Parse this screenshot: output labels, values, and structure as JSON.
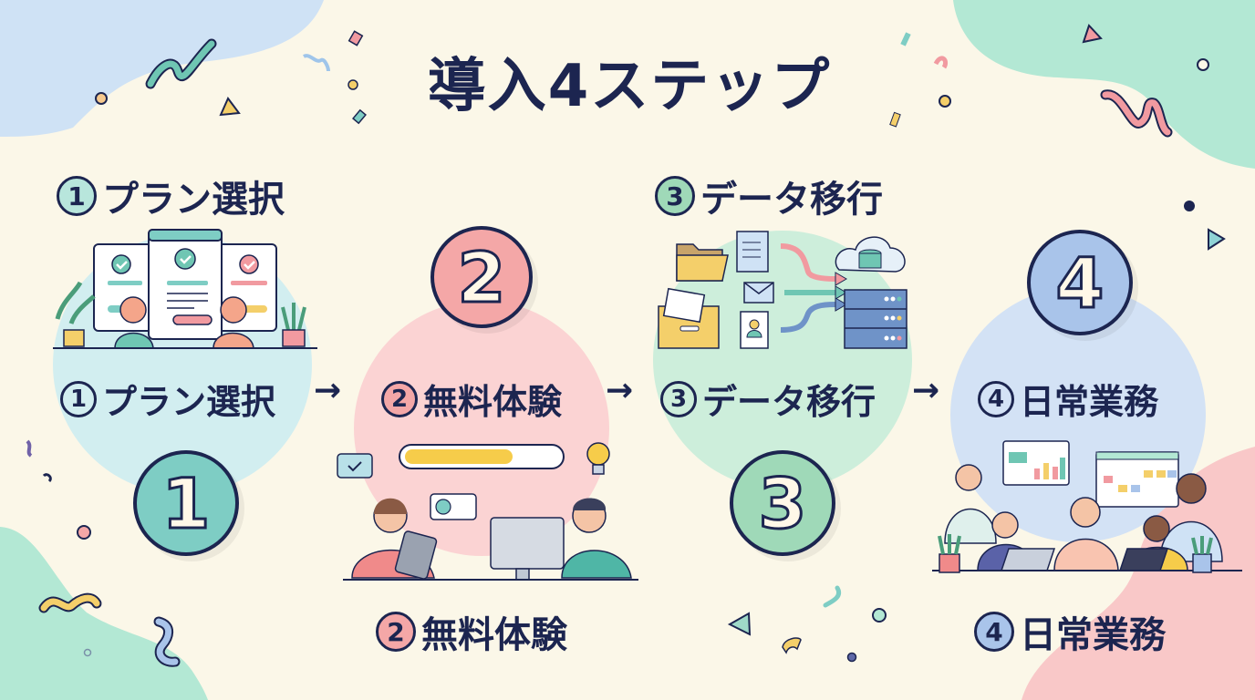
{
  "title": "導入4ステップ",
  "colors": {
    "background": "#fbf7e8",
    "text": "#1c2550",
    "step1": "#7ecdc4",
    "step1_bg": "#d2eef0",
    "step2": "#f4a7a7",
    "step2_bg": "#fbd3d3",
    "step3": "#9fd9b8",
    "step3_bg": "#cdeedb",
    "step4": "#a9c4ea",
    "step4_bg": "#d3e2f5",
    "blob_blue": "#cfe2f5",
    "blob_mint": "#b3e8d4",
    "blob_pink": "#f9c8c8"
  },
  "steps": [
    {
      "number": "1",
      "circled": "①",
      "label": "プラン選択",
      "heading": "① プラン選択",
      "illustration": "plan-cards-with-checkmarks-and-people",
      "arrow": "→"
    },
    {
      "number": "2",
      "circled": "②",
      "label": "無料体験",
      "heading": "② 無料体験",
      "illustration": "people-using-tablet-and-computer-with-progress-bar",
      "arrow": "→"
    },
    {
      "number": "3",
      "circled": "③",
      "label": "データ移行",
      "heading": "③ データ移行",
      "illustration": "files-folders-migrating-to-cloud-server",
      "arrow": "→"
    },
    {
      "number": "4",
      "circled": "④",
      "label": "日常業務",
      "heading": "④ 日常業務",
      "illustration": "team-meeting-with-dashboards"
    }
  ]
}
